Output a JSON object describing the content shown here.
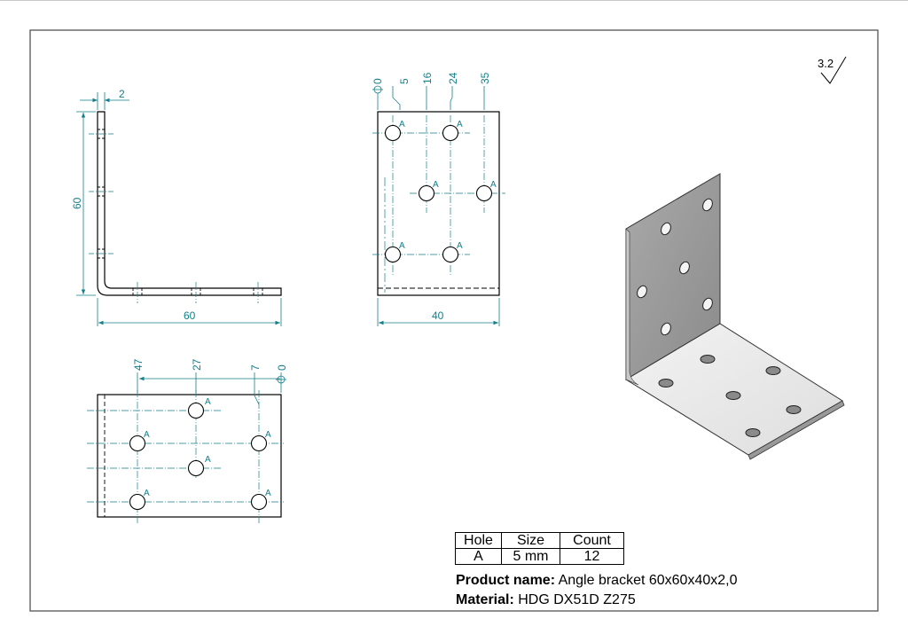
{
  "drawing": {
    "surface_finish": "3.2",
    "side_view": {
      "thickness_label": "2",
      "height_label": "60",
      "width_label": "60"
    },
    "front_view": {
      "ordinates": [
        "0",
        "5",
        "16",
        "24",
        "35"
      ],
      "width_label": "40",
      "hole_letter": "A"
    },
    "bottom_view": {
      "ordinates": [
        "47",
        "27",
        "7",
        "0"
      ],
      "hole_letter": "A"
    }
  },
  "table": {
    "headers": [
      "Hole",
      "Size",
      "Count"
    ],
    "row": [
      "A",
      "5 mm",
      "12"
    ]
  },
  "info": {
    "product_label": "Product name:",
    "product_value": "Angle bracket 60x60x40x2,0",
    "material_label": "Material:",
    "material_value": "HDG DX51D Z275"
  },
  "colors": {
    "dimension": "#127f8a",
    "line": "#000000",
    "frame": "#555555"
  }
}
